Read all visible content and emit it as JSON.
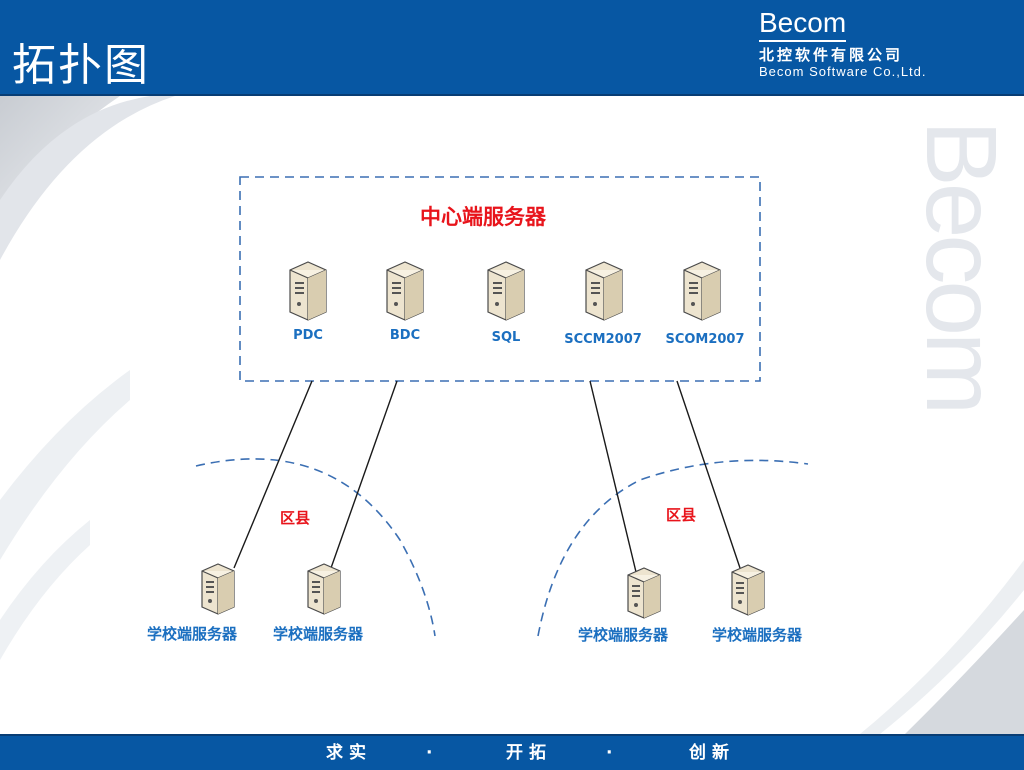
{
  "header": {
    "title": "拓扑图",
    "logo": {
      "word": "Becom",
      "company_cn": "北控软件有限公司",
      "company_en": "Becom Software Co.,Ltd."
    }
  },
  "watermark": "Becom",
  "diagram": {
    "center": {
      "title": "中心端服务器",
      "servers": [
        "PDC",
        "BDC",
        "SQL",
        "SCCM2007",
        "SCOM2007"
      ]
    },
    "regions": [
      {
        "label": "区县",
        "schools": [
          "学校端服务器",
          "学校端服务器"
        ]
      },
      {
        "label": "区县",
        "schools": [
          "学校端服务器",
          "学校端服务器"
        ]
      }
    ]
  },
  "footer": {
    "slogans": [
      "求实",
      "开拓",
      "创新"
    ],
    "separator": "·"
  },
  "colors": {
    "brand_blue": "#0757a3",
    "label_blue": "#1b6fc0",
    "label_red": "#e8141b",
    "dash_blue": "#3b6fb3"
  }
}
